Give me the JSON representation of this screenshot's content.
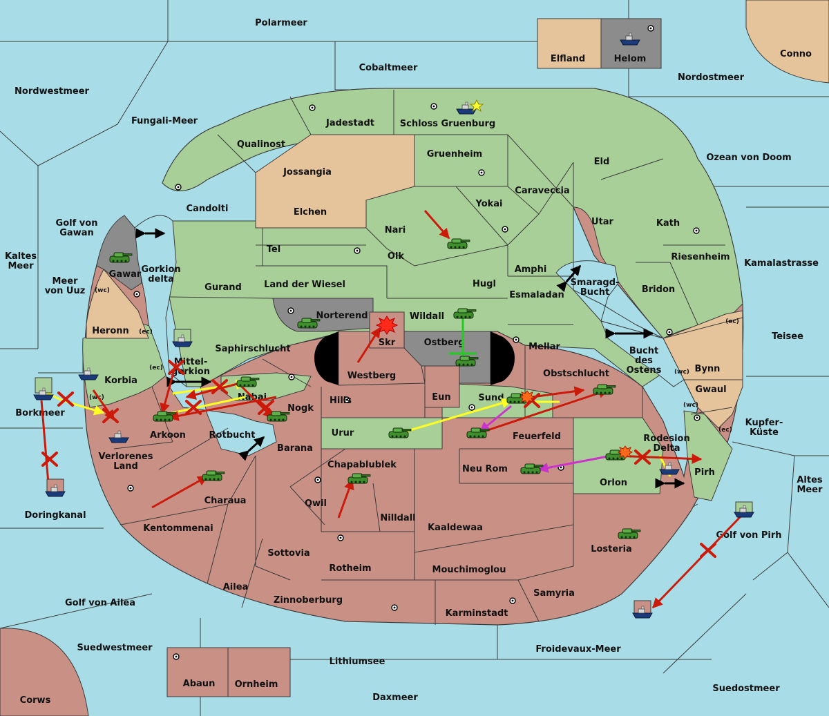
{
  "colors": {
    "sea": "#a8dde8",
    "neutral_land": "#a9cf99",
    "faction_red": "#c99086",
    "faction_tan": "#e6c49b",
    "faction_gray": "#8c8c8c",
    "border": "#3a3a3a",
    "move_red": "#cc1a0a",
    "move_yellow": "#ffff22",
    "move_green": "#22cc22",
    "move_magenta": "#cc33cc"
  },
  "map": {
    "sea_labels": {
      "polarmeer": "Polarmeer",
      "cobaltmeer": "Cobaltmeer",
      "nordwestmeer": "Nordwestmeer",
      "fungali_meer": "Fungali-Meer",
      "nordostmeer": "Nordostmeer",
      "ozean_von_doom": "Ozean von Doom",
      "golf_von_gawan_1": "Golf von",
      "golf_von_gawan_2": "Gawan",
      "kaltes_meer_1": "Kaltes",
      "kaltes_meer_2": "Meer",
      "meer_von_uuz_1": "Meer",
      "meer_von_uuz_2": "von Uuz",
      "kamalastrasse": "Kamalastrasse",
      "teisee": "Teisee",
      "kupfer_kueste_1": "Kupfer-",
      "kupfer_kueste_2": "Küste",
      "altes_meer_1": "Altes",
      "altes_meer_2": "Meer",
      "borkmeer": "Borkmeer",
      "doringkanal": "Doringkanal",
      "golf_von_ailea": "Golf von Ailea",
      "suedwestmeer": "Suedwestmeer",
      "lithiumsee": "Lithiumsee",
      "daxmeer": "Daxmeer",
      "froidevaux_meer": "Froidevaux-Meer",
      "suedostmeer": "Suedostmeer",
      "golf_von_pirh": "Golf von Pirh",
      "gorkion_delta_1": "Gorkion",
      "gorkion_delta_2": "delta",
      "mittel_gorkion_1": "Mittel-",
      "mittel_gorkion_2": "gorkion",
      "rotbucht": "Rotbucht",
      "smaragd_bucht_1": "Smaragd-",
      "smaragd_bucht_2": "Bucht",
      "bucht_des_ostens_1": "Bucht",
      "bucht_des_ostens_2": "des",
      "bucht_des_ostens_3": "Ostens",
      "rodesion_delta_1": "Rodesion",
      "rodesion_delta_2": "Delta"
    },
    "land_labels": {
      "elfland": "Elfland",
      "helom": "Helom",
      "conno": "Conno",
      "jadestadt": "Jadestadt",
      "schloss_gruenburg": "Schloss Gruenburg",
      "qualinost": "Qualinost",
      "jossangia": "Jossangia",
      "gruenheim": "Gruenheim",
      "eld": "Eld",
      "candolti": "Candolti",
      "elchen": "Elchen",
      "caraveccia": "Caraveccia",
      "yokai": "Yokai",
      "utar": "Utar",
      "kath": "Kath",
      "nari": "Nari",
      "tel": "Tel",
      "olk": "Olk",
      "gurand": "Gurand",
      "land_der_wiesel": "Land der Wiesel",
      "hugl": "Hugl",
      "amphi": "Amphi",
      "riesenheim": "Riesenheim",
      "esmaladan": "Esmaladan",
      "bridon": "Bridon",
      "gawar": "Gawar",
      "heronn": "Heronn",
      "norterend": "Norterend",
      "wildall": "Wildall",
      "skr": "Skr",
      "ostberg": "Ostberg",
      "mellar": "Mellar",
      "saphirschlucht": "Saphirschlucht",
      "westberg": "Westberg",
      "obstschlucht": "Obstschlucht",
      "bynn": "Bynn",
      "gwaul": "Gwaul",
      "korbia": "Korbia",
      "nabai": "Nabai",
      "hills": "Hills",
      "eun": "Eun",
      "sund": "Sund",
      "nogk": "Nogk",
      "arkoon": "Arkoon",
      "urur": "Urur",
      "feuerfeld": "Feuerfeld",
      "barana": "Barana",
      "verlorenes_land_1": "Verlorenes",
      "verlorenes_land_2": "Land",
      "chapablublek": "Chapablublek",
      "neu_rom": "Neu Rom",
      "orlon": "Orlon",
      "pirh": "Pirh",
      "charaua": "Charaua",
      "qwil": "Qwil",
      "nilldall": "Nilldall",
      "kentommenai": "Kentommenai",
      "kaaldewaa": "Kaaldewaa",
      "sottovia": "Sottovia",
      "rotheim": "Rotheim",
      "losteria": "Losteria",
      "mouchimoglou": "Mouchimoglou",
      "ailea": "Ailea",
      "samyria": "Samyria",
      "zinnoberburg": "Zinnoberburg",
      "karminstadt": "Karminstadt",
      "abaun": "Abaun",
      "ornheim": "Ornheim",
      "corws": "Corws"
    },
    "coast_tags": {
      "gawar_wc": "(wc)",
      "heronn_ec": "(ec)",
      "korbia_ec": "(ec)",
      "korbia_wc": "(wc)",
      "bynn_ec": "(ec)",
      "bynn_wc": "(wc)",
      "gwaul_wc": "(wc)",
      "gwaul_ec": "(ec)"
    }
  }
}
